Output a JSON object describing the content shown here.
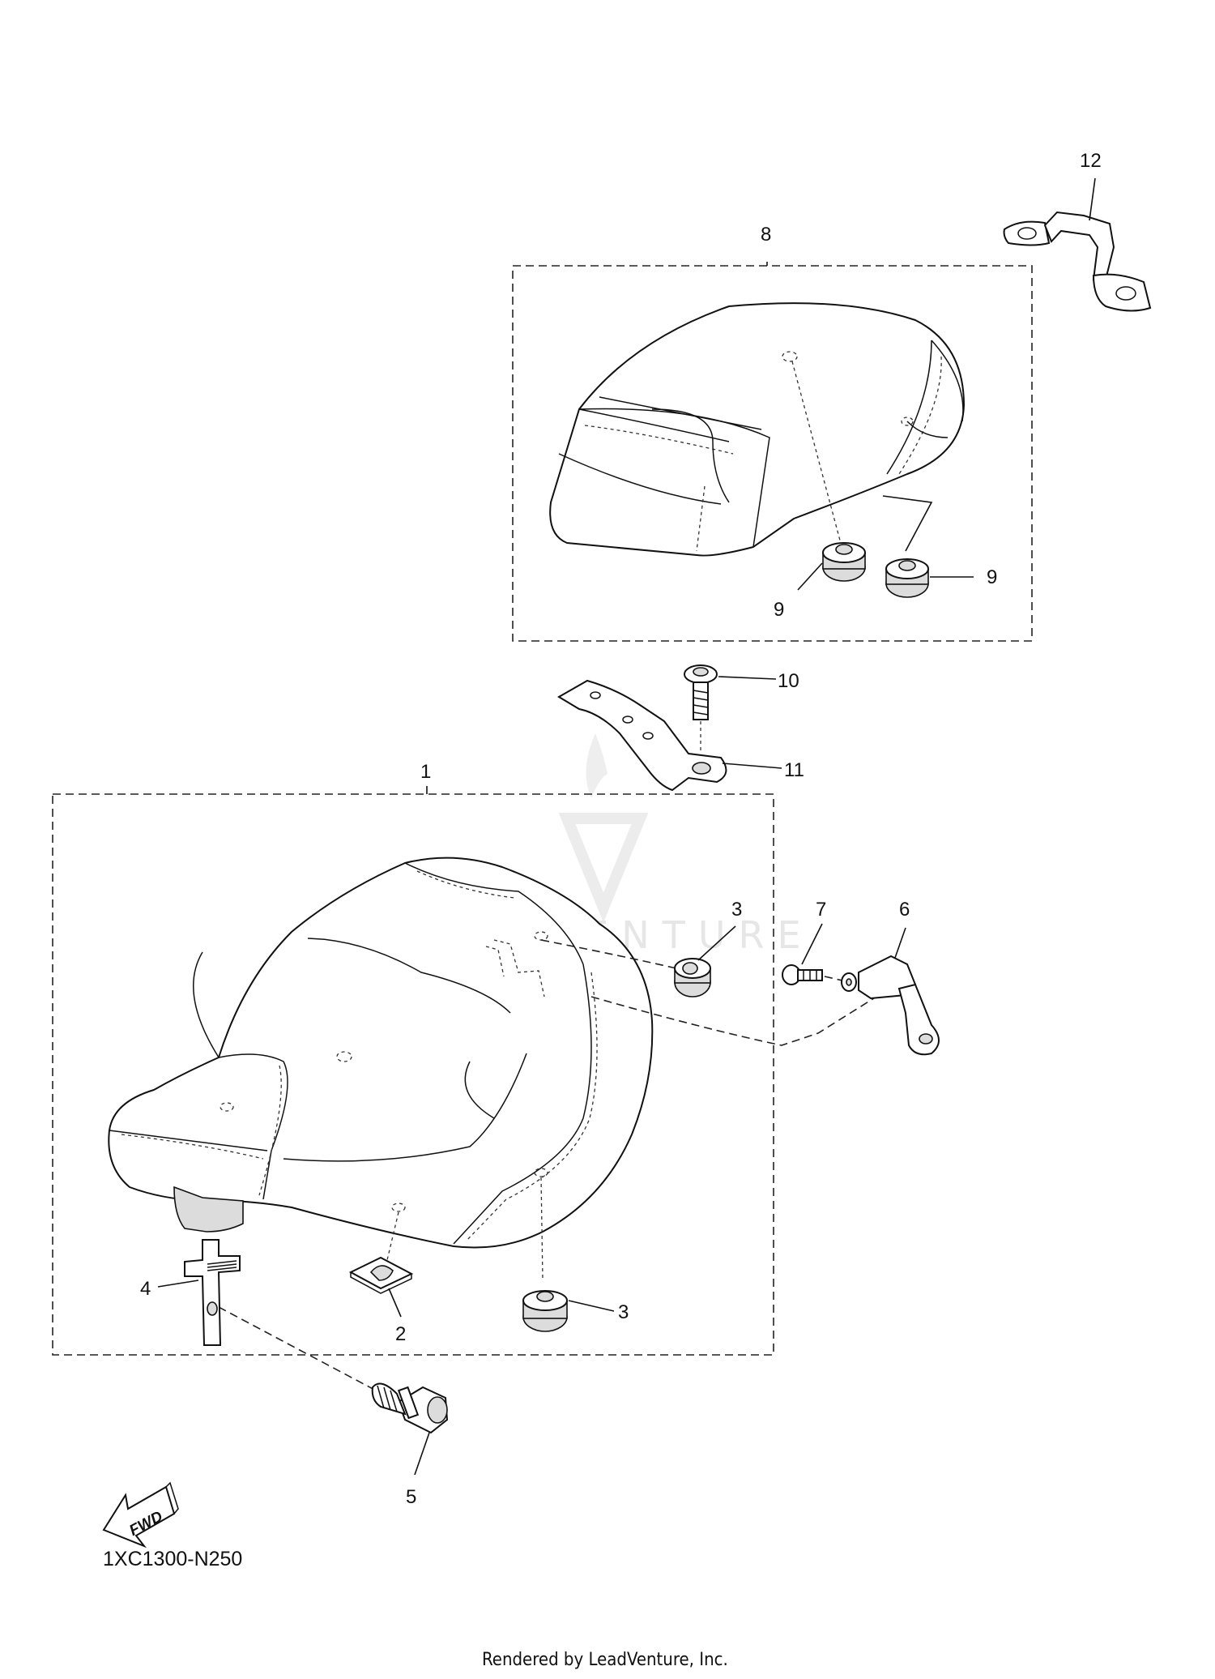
{
  "callouts": {
    "c1": "1",
    "c2": "2",
    "c3a": "3",
    "c3b": "3",
    "c4": "4",
    "c5": "5",
    "c6": "6",
    "c7": "7",
    "c8": "8",
    "c9a": "9",
    "c9b": "9",
    "c10": "10",
    "c11": "11",
    "c12": "12"
  },
  "fwd_label": "FWD",
  "diagram_code": "1XC1300-N250",
  "watermark": "LEADVENTURE",
  "footer": "Rendered by LeadVenture, Inc."
}
